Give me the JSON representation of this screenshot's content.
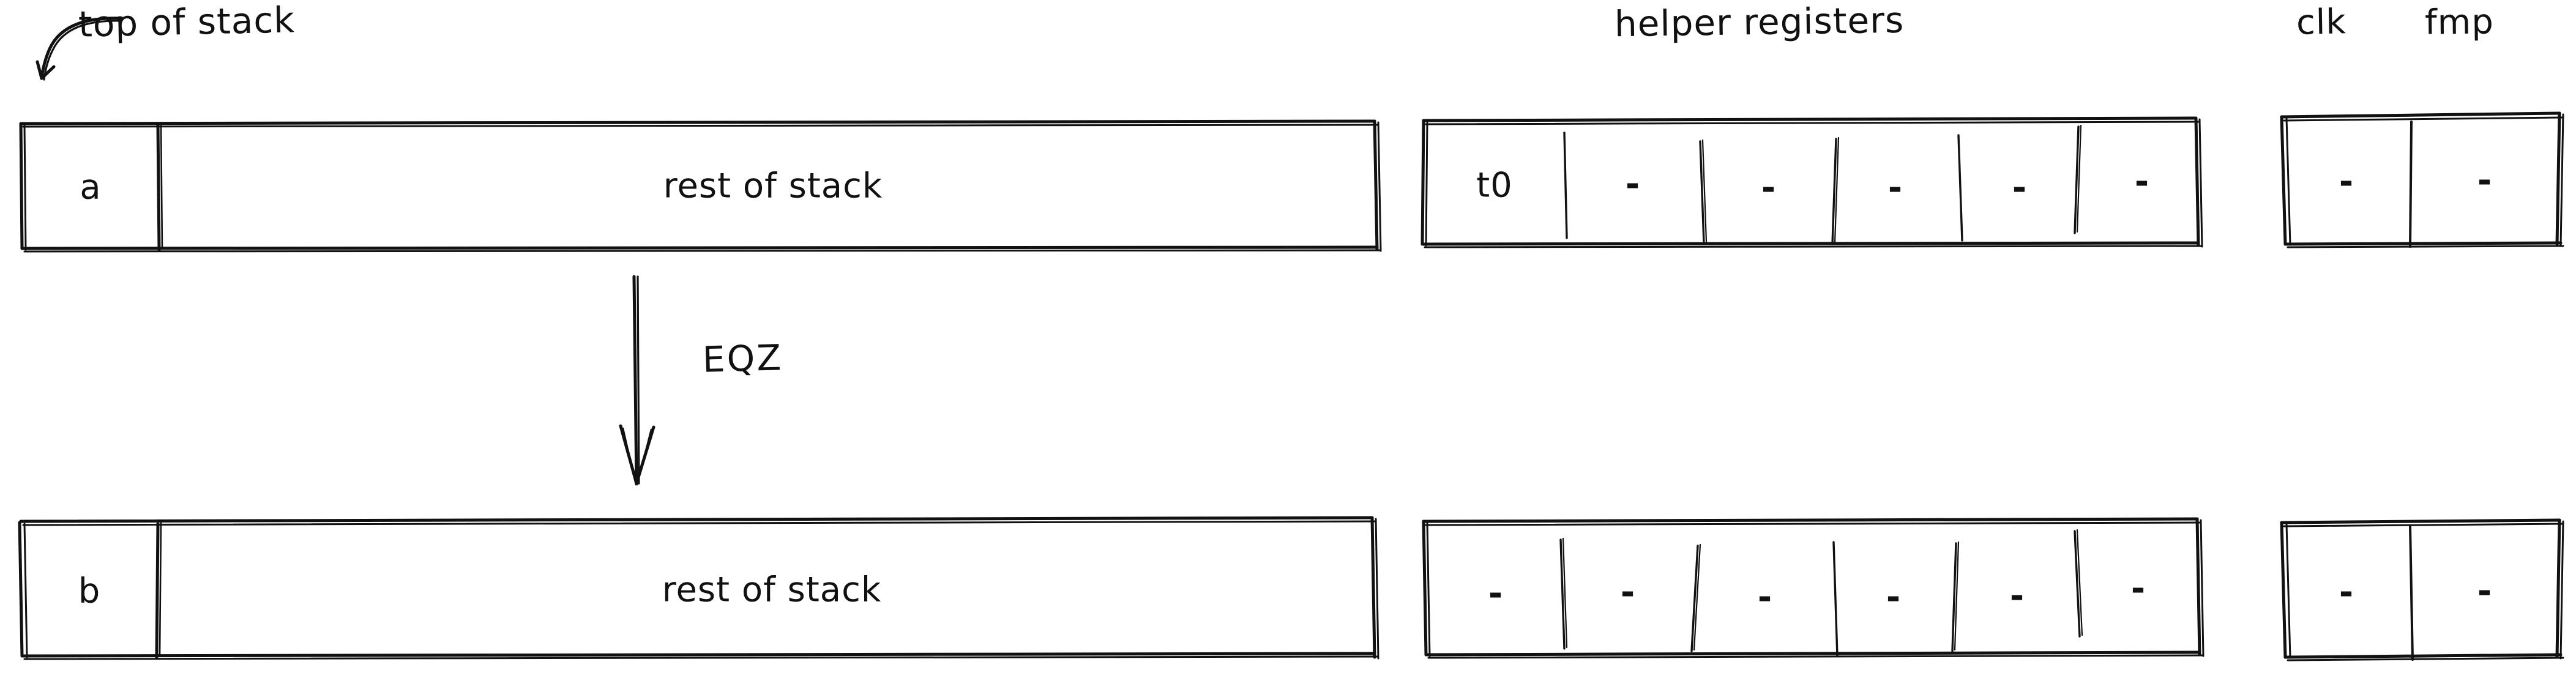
{
  "diagram": {
    "title_labels": {
      "top_of_stack": "top of stack",
      "helper_registers": "helper registers",
      "clk": "clk",
      "fmp": "fmp"
    },
    "transition": {
      "operation": "EQZ",
      "arrow_direction": "down"
    },
    "rows": [
      {
        "id": "before",
        "stack": {
          "cells": [
            {
              "value": "a",
              "kind": "top"
            },
            {
              "value": "rest of stack",
              "kind": "rest"
            }
          ]
        },
        "helper_registers": {
          "cells": [
            "t0",
            "-",
            "-",
            "-",
            "-",
            "-"
          ]
        },
        "clk_fmp": {
          "cells": [
            "-",
            "-"
          ]
        }
      },
      {
        "id": "after",
        "stack": {
          "cells": [
            {
              "value": "b",
              "kind": "top"
            },
            {
              "value": "rest of stack",
              "kind": "rest"
            }
          ]
        },
        "helper_registers": {
          "cells": [
            "-",
            "-",
            "-",
            "-",
            "-",
            "-"
          ]
        },
        "clk_fmp": {
          "cells": [
            "-",
            "-"
          ]
        }
      }
    ],
    "colors": {
      "ink": "#111111",
      "background": "#ffffff"
    }
  }
}
